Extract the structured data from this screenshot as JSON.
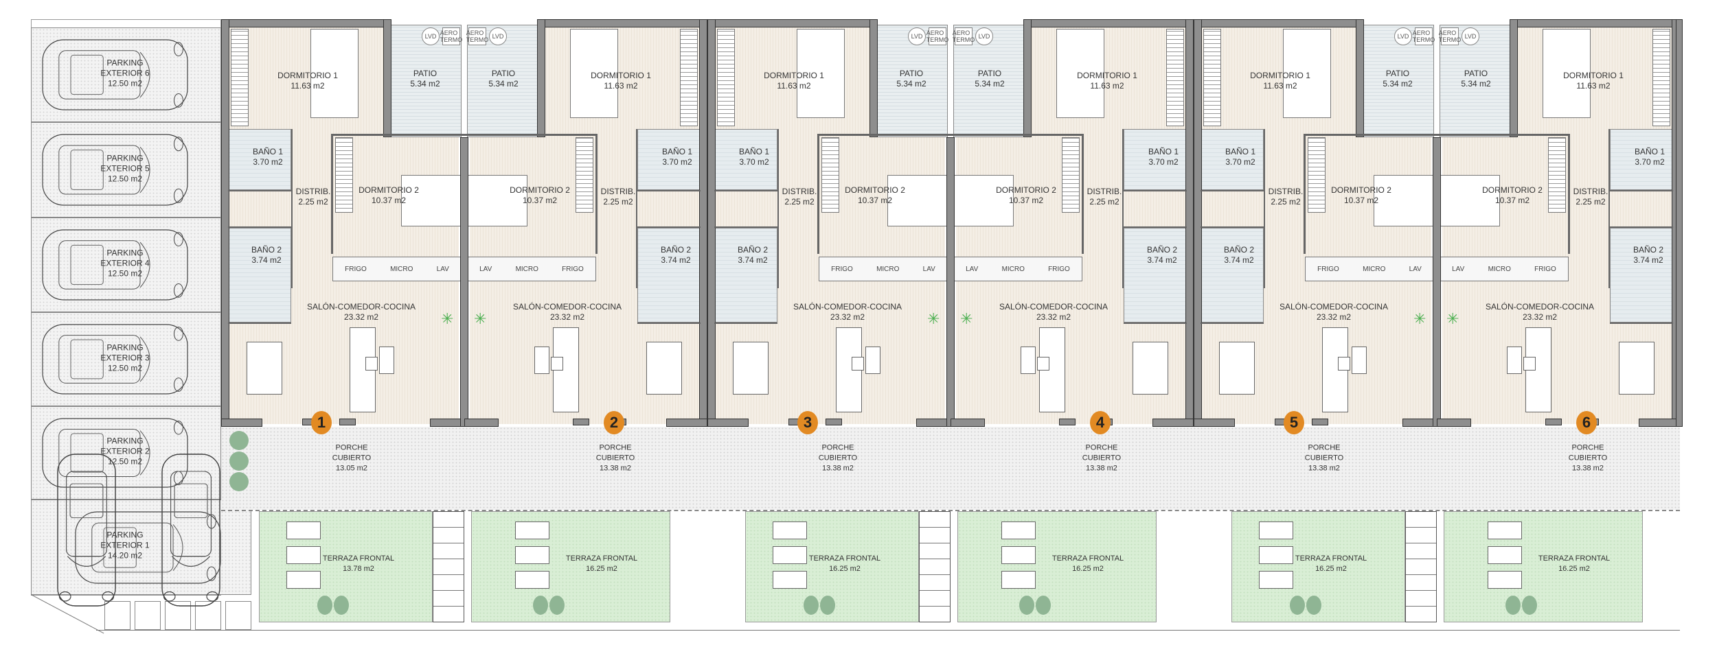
{
  "parking": [
    {
      "title": "PARKING",
      "sub": "EXTERIOR 6",
      "area": "12.50 m2"
    },
    {
      "title": "PARKING",
      "sub": "EXTERIOR 5",
      "area": "12.50 m2"
    },
    {
      "title": "PARKING",
      "sub": "EXTERIOR 4",
      "area": "12.50 m2"
    },
    {
      "title": "PARKING",
      "sub": "EXTERIOR 3",
      "area": "12.50 m2"
    },
    {
      "title": "PARKING",
      "sub": "EXTERIOR 2",
      "area": "12.50 m2"
    },
    {
      "title": "PARKING",
      "sub": "EXTERIOR 1",
      "area": "14.20 m2"
    }
  ],
  "appliances": {
    "lvd": "LVD",
    "aero": "AERO TERMO",
    "frigo": "FRIGO",
    "micro": "MICRO",
    "lav": "LAV"
  },
  "colors": {
    "badge": "#e28a23",
    "terrace": "#d9eed5",
    "wall": "#8e8e8e",
    "floor": "#f4eee5"
  },
  "units": [
    {
      "number": "1",
      "dorm1": {
        "label": "DORMITORIO 1",
        "area": "11.63 m2"
      },
      "patio": {
        "label": "PATIO",
        "area": "5.34 m2"
      },
      "bano1": {
        "label": "BAÑO 1",
        "area": "3.70 m2"
      },
      "distrib": {
        "label": "DISTRIB.",
        "area": "2.25 m2"
      },
      "dorm2": {
        "label": "DORMITORIO 2",
        "area": "10.37 m2"
      },
      "bano2": {
        "label": "BAÑO 2",
        "area": "3.74 m2"
      },
      "salon": {
        "label": "SALÓN-COMEDOR-COCINA",
        "area": "23.32 m2"
      },
      "porche": {
        "label1": "PORCHE",
        "label2": "CUBIERTO",
        "area": "13.05 m2"
      },
      "terraza": {
        "label": "TERRAZA FRONTAL",
        "area": "13.78 m2"
      }
    },
    {
      "number": "2",
      "dorm1": {
        "label": "DORMITORIO 1",
        "area": "11.63 m2"
      },
      "patio": {
        "label": "PATIO",
        "area": "5.34 m2"
      },
      "bano1": {
        "label": "BAÑO 1",
        "area": "3.70 m2"
      },
      "distrib": {
        "label": "DISTRIB.",
        "area": "2.25 m2"
      },
      "dorm2": {
        "label": "DORMITORIO 2",
        "area": "10.37 m2"
      },
      "bano2": {
        "label": "BAÑO 2",
        "area": "3.74 m2"
      },
      "salon": {
        "label": "SALÓN-COMEDOR-COCINA",
        "area": "23.32 m2"
      },
      "porche": {
        "label1": "PORCHE",
        "label2": "CUBIERTO",
        "area": "13.38 m2"
      },
      "terraza": {
        "label": "TERRAZA FRONTAL",
        "area": "16.25 m2"
      }
    },
    {
      "number": "3",
      "dorm1": {
        "label": "DORMITORIO 1",
        "area": "11.63 m2"
      },
      "patio": {
        "label": "PATIO",
        "area": "5.34 m2"
      },
      "bano1": {
        "label": "BAÑO 1",
        "area": "3.70 m2"
      },
      "distrib": {
        "label": "DISTRIB.",
        "area": "2.25 m2"
      },
      "dorm2": {
        "label": "DORMITORIO 2",
        "area": "10.37 m2"
      },
      "bano2": {
        "label": "BAÑO 2",
        "area": "3.74 m2"
      },
      "salon": {
        "label": "SALÓN-COMEDOR-COCINA",
        "area": "23.32 m2"
      },
      "porche": {
        "label1": "PORCHE",
        "label2": "CUBIERTO",
        "area": "13.38 m2"
      },
      "terraza": {
        "label": "TERRAZA FRONTAL",
        "area": "16.25 m2"
      }
    },
    {
      "number": "4",
      "dorm1": {
        "label": "DORMITORIO 1",
        "area": "11.63 m2"
      },
      "patio": {
        "label": "PATIO",
        "area": "5.34 m2"
      },
      "bano1": {
        "label": "BAÑO 1",
        "area": "3.70 m2"
      },
      "distrib": {
        "label": "DISTRIB.",
        "area": "2.25 m2"
      },
      "dorm2": {
        "label": "DORMITORIO 2",
        "area": "10.37 m2"
      },
      "bano2": {
        "label": "BAÑO 2",
        "area": "3.74 m2"
      },
      "salon": {
        "label": "SALÓN-COMEDOR-COCINA",
        "area": "23.32 m2"
      },
      "porche": {
        "label1": "PORCHE",
        "label2": "CUBIERTO",
        "area": "13.38 m2"
      },
      "terraza": {
        "label": "TERRAZA FRONTAL",
        "area": "16.25 m2"
      }
    },
    {
      "number": "5",
      "dorm1": {
        "label": "DORMITORIO 1",
        "area": "11.63 m2"
      },
      "patio": {
        "label": "PATIO",
        "area": "5.34 m2"
      },
      "bano1": {
        "label": "BAÑO 1",
        "area": "3.70 m2"
      },
      "distrib": {
        "label": "DISTRIB.",
        "area": "2.25 m2"
      },
      "dorm2": {
        "label": "DORMITORIO 2",
        "area": "10.37 m2"
      },
      "bano2": {
        "label": "BAÑO 2",
        "area": "3.74 m2"
      },
      "salon": {
        "label": "SALÓN-COMEDOR-COCINA",
        "area": "23.32 m2"
      },
      "porche": {
        "label1": "PORCHE",
        "label2": "CUBIERTO",
        "area": "13.38 m2"
      },
      "terraza": {
        "label": "TERRAZA FRONTAL",
        "area": "16.25 m2"
      }
    },
    {
      "number": "6",
      "dorm1": {
        "label": "DORMITORIO 1",
        "area": "11.63 m2"
      },
      "patio": {
        "label": "PATIO",
        "area": "5.34 m2"
      },
      "bano1": {
        "label": "BAÑO 1",
        "area": "3.70 m2"
      },
      "distrib": {
        "label": "DISTRIB.",
        "area": "2.25 m2"
      },
      "dorm2": {
        "label": "DORMITORIO 2",
        "area": "10.37 m2"
      },
      "bano2": {
        "label": "BAÑO 2",
        "area": "3.74 m2"
      },
      "salon": {
        "label": "SALÓN-COMEDOR-COCINA",
        "area": "23.32 m2"
      },
      "porche": {
        "label1": "PORCHE",
        "label2": "CUBIERTO",
        "area": "13.38 m2"
      },
      "terraza": {
        "label": "TERRAZA FRONTAL",
        "area": "16.25 m2"
      }
    }
  ]
}
